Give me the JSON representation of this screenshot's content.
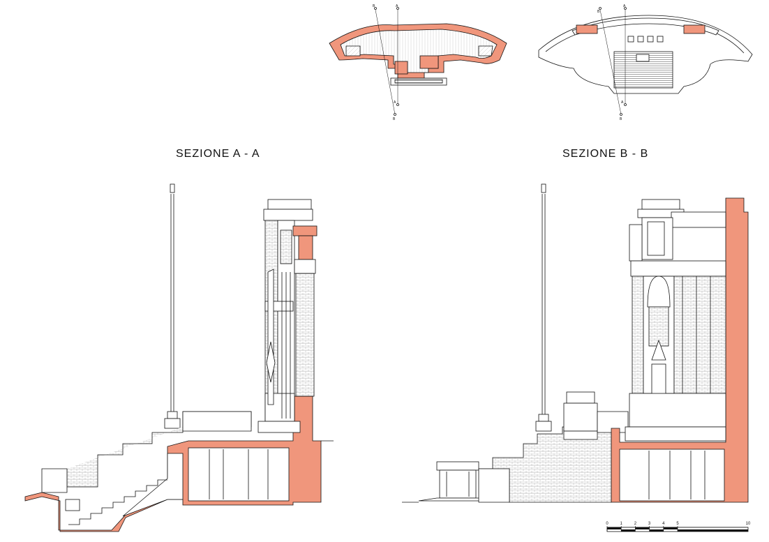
{
  "sections": {
    "a": {
      "title": "SEZIONE A - A"
    },
    "b": {
      "title": "SEZIONE B - B"
    }
  },
  "plan_markers": [
    "A",
    "B"
  ],
  "scale_bar": {
    "ticks": [
      {
        "label": "0",
        "value": 0
      },
      {
        "label": "1",
        "value": 1
      },
      {
        "label": "2",
        "value": 2
      },
      {
        "label": "3",
        "value": 3
      },
      {
        "label": "4",
        "value": 4
      },
      {
        "label": "5",
        "value": 5
      },
      {
        "label": "10",
        "value": 10
      }
    ]
  },
  "colors": {
    "cut": "#f0967c",
    "line": "#111111",
    "hatch": "#9a9a9a"
  }
}
